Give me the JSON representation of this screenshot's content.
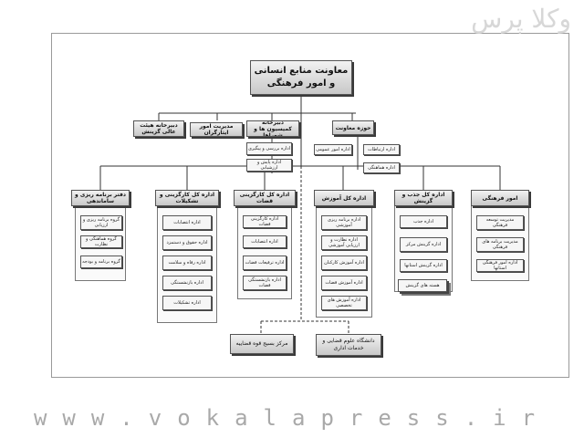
{
  "watermark_top": "وکلا پرس",
  "watermark_bottom": "www.vokalapress.ir",
  "root": "معاونت منابع انسانی و امور فرهنگی",
  "staff": [
    "دبیرخانه هیئت عالی گزینش",
    "مدیریت امور ایثارگران",
    "دبیرخانه کمیسیون ها و شوراها",
    "حوزه معاونت"
  ],
  "staff_sub_secretariat": [
    "اداره بررسی و پیگیری",
    "اداره پایش و ارزشیابی"
  ],
  "staff_sub_deputy": [
    "اداره امور عمومی",
    "اداره ارتباطات",
    "اداره هماهنگی"
  ],
  "departments": [
    {
      "head": "دفتر برنامه ریزی و ساماندهی",
      "items": [
        "گروه برنامه ریزی و ارزیابی",
        "گروه هماهنگی و نظارت",
        "گروه برنامه و بودجه"
      ]
    },
    {
      "head": "اداره کل کارگزینی و تشکیلات",
      "items": [
        "اداره انتصابات",
        "اداره حقوق و دستمزد",
        "اداره رفاه و سلامت",
        "اداره بازنشستگی",
        "اداره تشکیلات"
      ]
    },
    {
      "head": "اداره کل کارگزینی قضات",
      "items": [
        "اداره کارگزینی قضات",
        "اداره انتصابات",
        "اداره ترفیعات قضات",
        "اداره بازنشستگی قضات"
      ]
    },
    {
      "head": "اداره کل آموزش",
      "items": [
        "اداره برنامه ریزی آموزشی",
        "اداره نظارت و ارزیابی آموزشی",
        "اداره آموزش کارکنان",
        "اداره آموزش قضات",
        "اداره آموزش های تخصصی"
      ]
    },
    {
      "head": "اداره کل جذب و گزینش",
      "items": [
        "اداره جذب",
        "اداره گزینش مرکز",
        "اداره گزینش استانها",
        "هسته های گزینش"
      ]
    },
    {
      "head": "امور فرهنگی",
      "items": [
        "مدیریت توسعه فرهنگی",
        "مدیریت برنامه های فرهنگی",
        "اداره امور فرهنگی استانها"
      ]
    }
  ],
  "affiliated": [
    "مرکز بسیج قوه قضاییه",
    "دانشگاه علوم قضایی و خدمات اداری"
  ]
}
